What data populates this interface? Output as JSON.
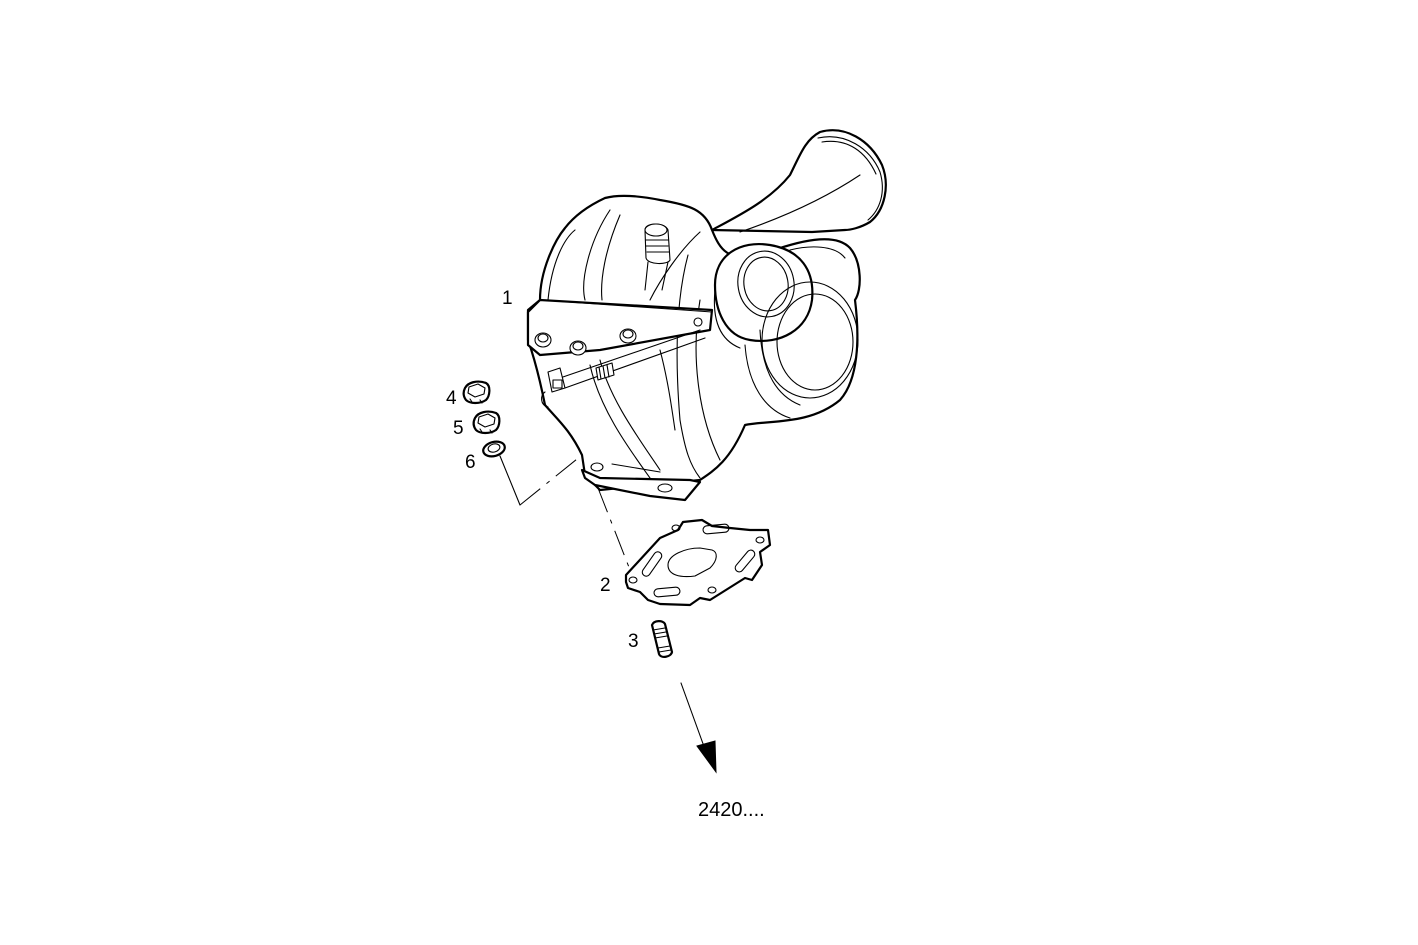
{
  "diagram": {
    "type": "exploded-parts-view",
    "subject": "turbocharger",
    "callouts": [
      {
        "number": "1",
        "part": "turbocharger"
      },
      {
        "number": "2",
        "part": "gasket"
      },
      {
        "number": "3",
        "part": "stud"
      },
      {
        "number": "4",
        "part": "nut"
      },
      {
        "number": "5",
        "part": "nut"
      },
      {
        "number": "6",
        "part": "washer"
      }
    ],
    "reference": {
      "text": "2420....",
      "arrow": "down-right"
    }
  },
  "colors": {
    "line": "#000000",
    "background": "#ffffff"
  }
}
